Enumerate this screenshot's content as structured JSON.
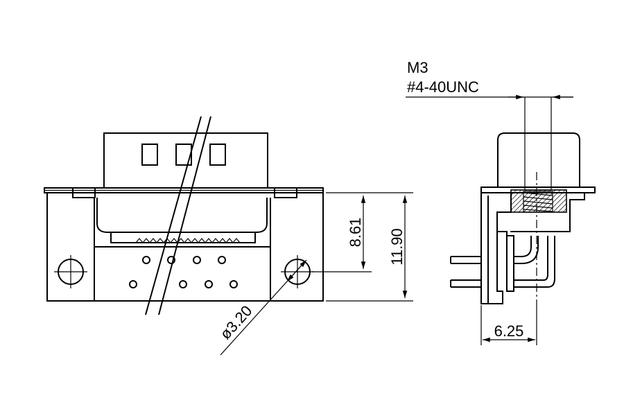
{
  "drawing": {
    "thread_label_metric": "M3",
    "thread_label_unc": "#4-40UNC",
    "dim_height_inner": "8.61",
    "dim_height_total": "11.90",
    "dim_hole_diameter": "ø3.20",
    "dim_side_offset": "6.25"
  },
  "colors": {
    "line": "#000000",
    "background": "#ffffff"
  }
}
